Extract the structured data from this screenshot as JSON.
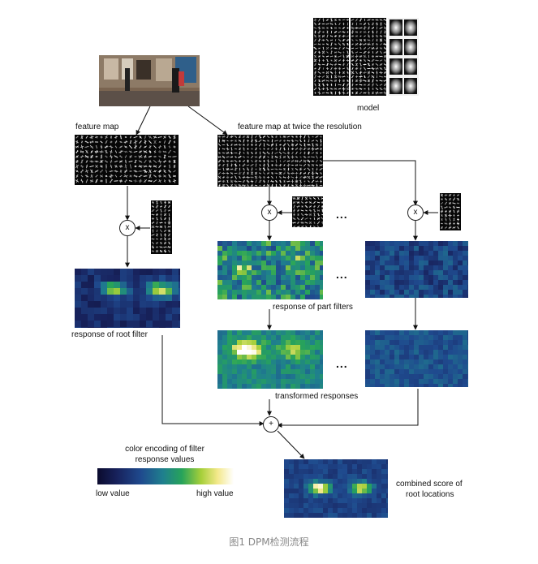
{
  "labels": {
    "model": "model",
    "feature_map": "feature map",
    "feature_map_2x": "feature map at twice the resolution",
    "response_root": "response of root filter",
    "response_parts": "response of part filters",
    "transformed": "transformed responses",
    "color_encoding_line1": "color encoding of filter",
    "color_encoding_line2": "response values",
    "low_value": "low value",
    "high_value": "high value",
    "combined_line1": "combined score of",
    "combined_line2": "root locations"
  },
  "operators": {
    "multiply": "x",
    "add": "+"
  },
  "ellipsis": "...",
  "caption": "图1 DPM检测流程",
  "colors": {
    "heat_low": "#0b0b2e",
    "heat_mid": "#1f7f8e",
    "heat_high": "#ffffff",
    "hog_bg": "#070707"
  }
}
